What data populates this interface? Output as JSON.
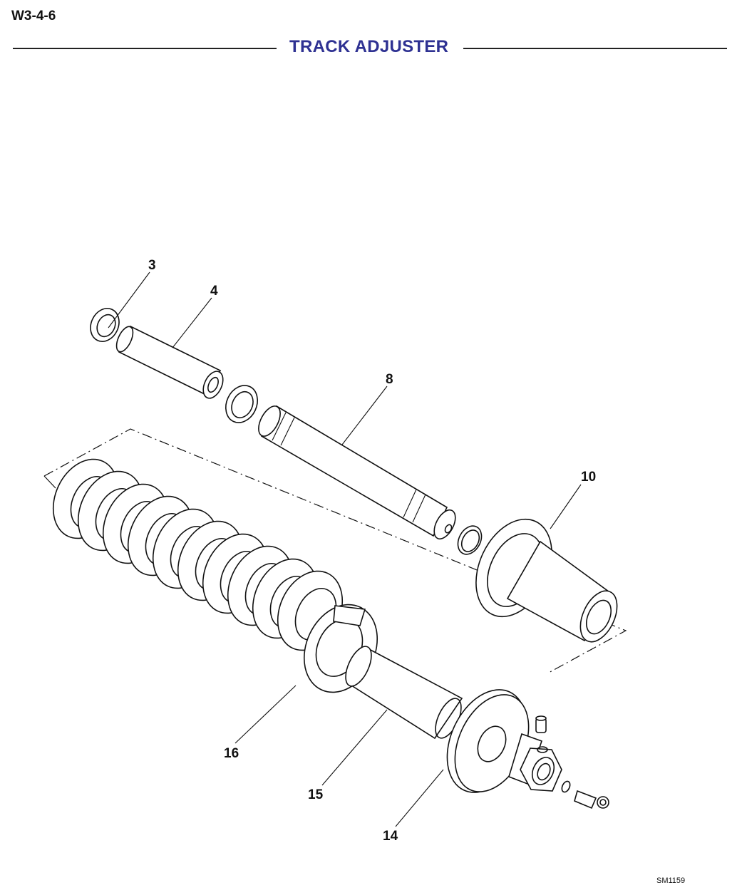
{
  "header": {
    "page_ref": "W3-4-6",
    "title": "TRACK ADJUSTER"
  },
  "diagram": {
    "callouts": [
      {
        "id": "3",
        "label": "3"
      },
      {
        "id": "4",
        "label": "4"
      },
      {
        "id": "8",
        "label": "8"
      },
      {
        "id": "10",
        "label": "10"
      },
      {
        "id": "16",
        "label": "16"
      },
      {
        "id": "15",
        "label": "15"
      },
      {
        "id": "14",
        "label": "14"
      }
    ]
  },
  "footer": {
    "figure_code": "SM1159"
  },
  "colors": {
    "title": "#2e3192",
    "line": "#111111"
  }
}
